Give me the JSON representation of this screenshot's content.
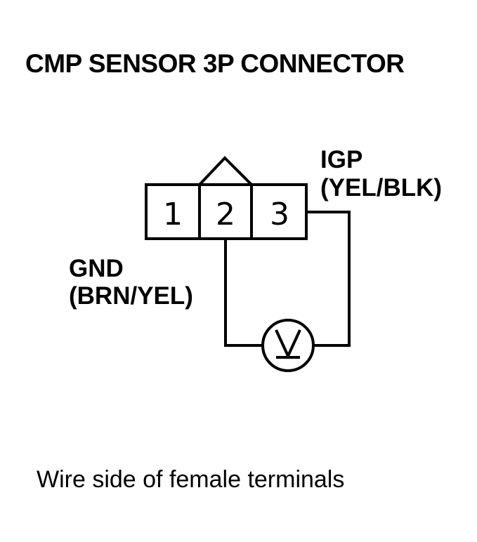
{
  "title": "CMP SENSOR 3P CONNECTOR",
  "connector": {
    "pins": [
      "1",
      "2",
      "3"
    ]
  },
  "labels": {
    "igp_name": "IGP",
    "igp_wire": "(YEL/BLK)",
    "gnd_name": "GND",
    "gnd_wire": "(BRN/YEL)"
  },
  "meter": {
    "symbol": "V",
    "icon": "voltmeter-icon"
  },
  "caption": "Wire side of female terminals",
  "colors": {
    "ink": "#000000",
    "background": "#ffffff"
  }
}
